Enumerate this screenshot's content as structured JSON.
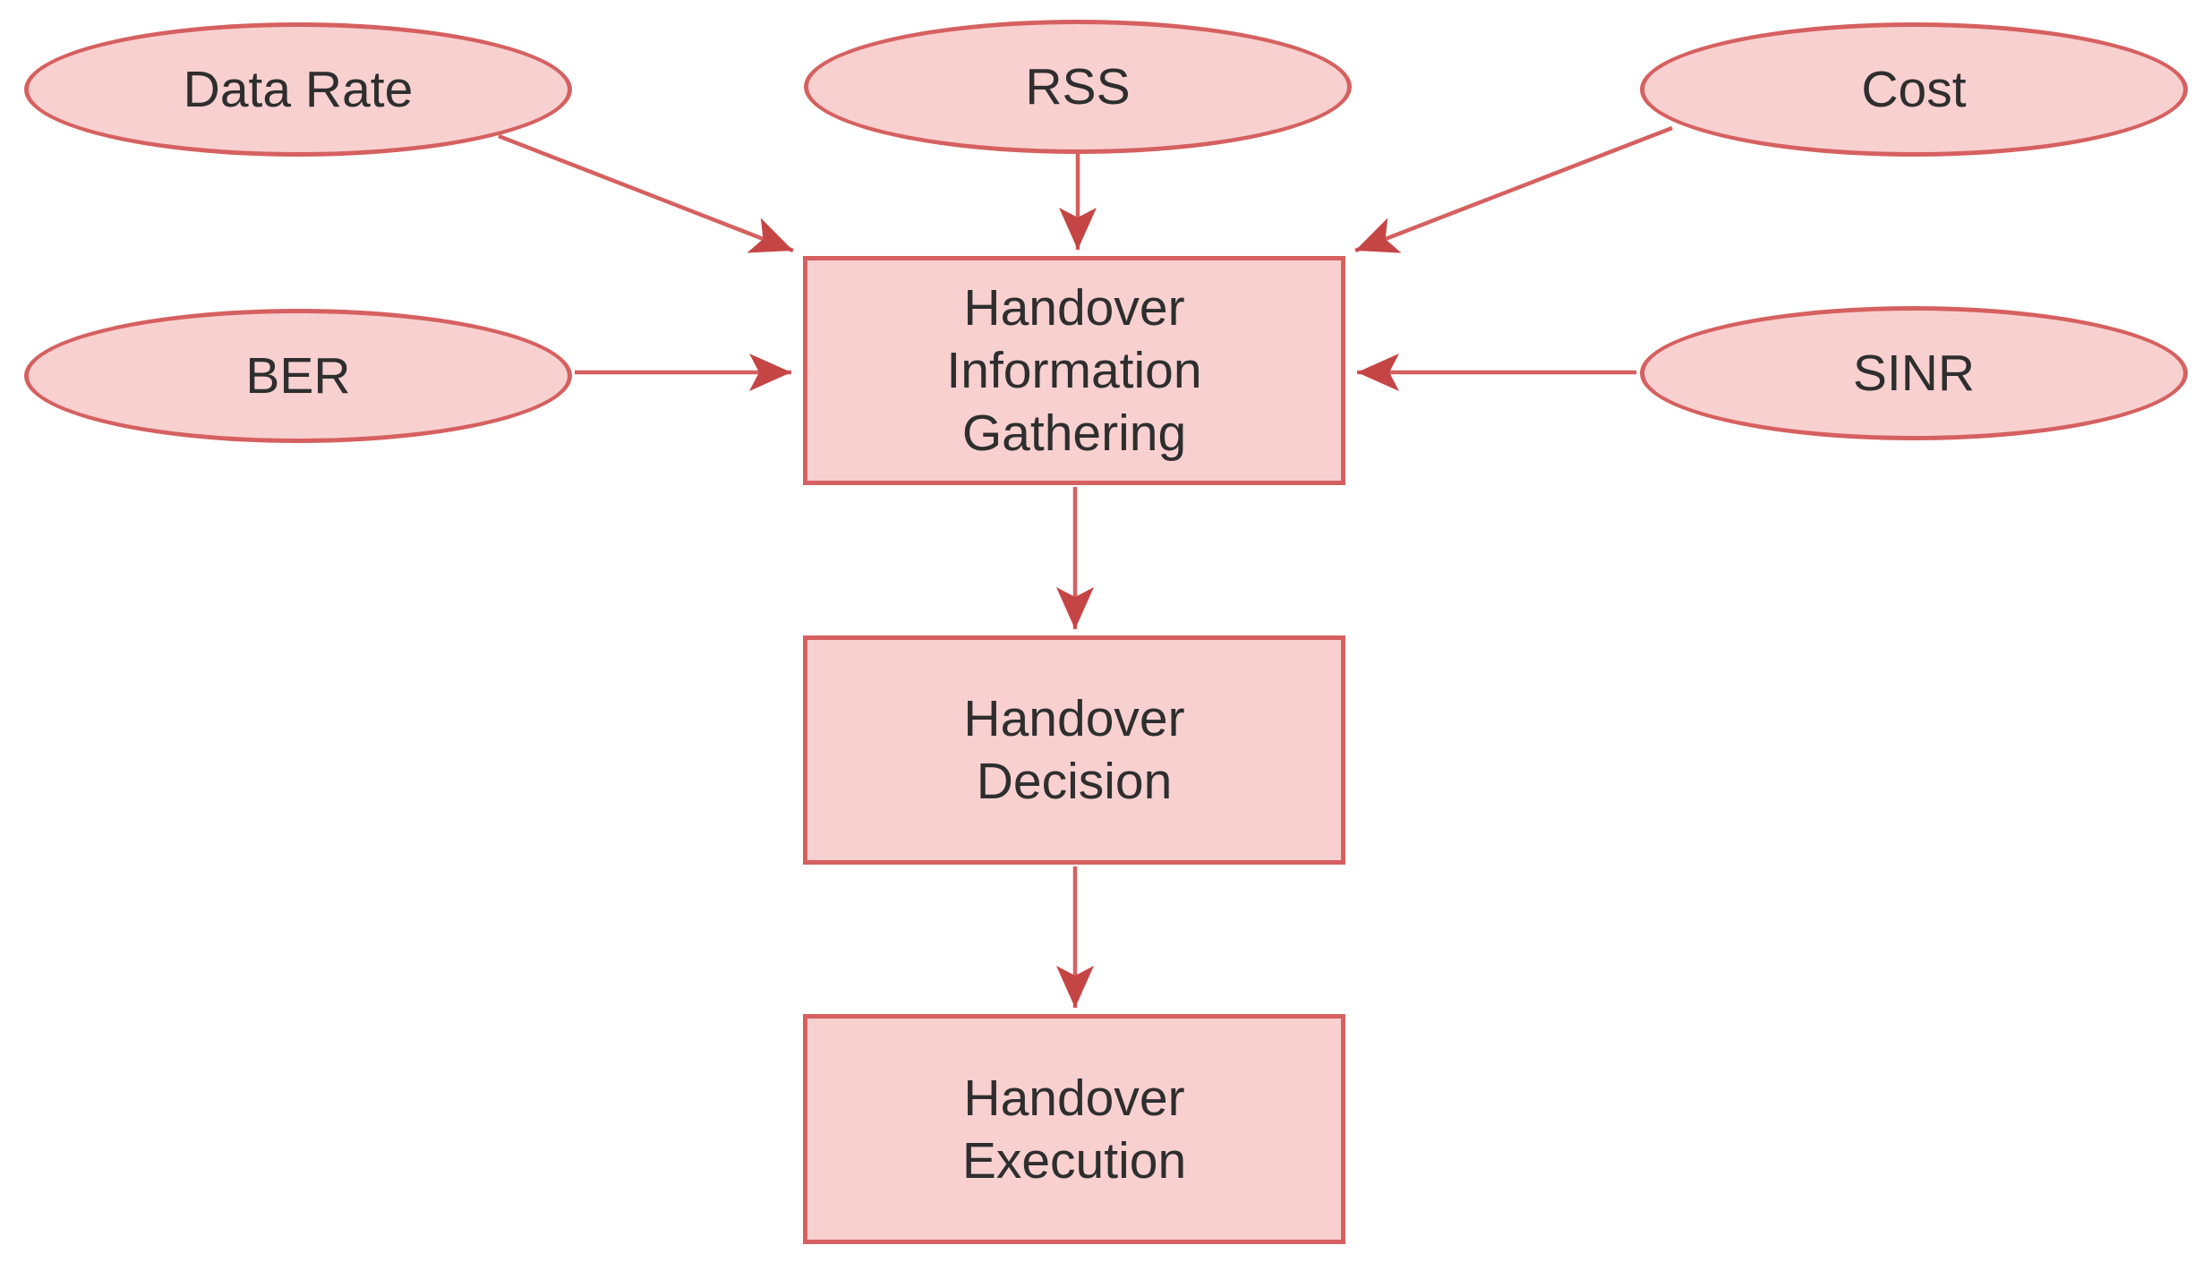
{
  "colors": {
    "node_fill": "#f8d0d0",
    "node_stroke": "#d66060",
    "arrow": "#c54545",
    "text": "#2e2e2e",
    "background": "#ffffff"
  },
  "nodes": {
    "data_rate": {
      "label": "Data Rate",
      "shape": "ellipse"
    },
    "rss": {
      "label": "RSS",
      "shape": "ellipse"
    },
    "cost": {
      "label": "Cost",
      "shape": "ellipse"
    },
    "ber": {
      "label": "BER",
      "shape": "ellipse"
    },
    "sinr": {
      "label": "SINR",
      "shape": "ellipse"
    },
    "gathering": {
      "line1": "Handover",
      "line2": "Information",
      "line3": "Gathering",
      "shape": "rectangle"
    },
    "decision": {
      "line1": "Handover",
      "line2": "Decision",
      "shape": "rectangle"
    },
    "execution": {
      "line1": "Handover",
      "line2": "Execution",
      "shape": "rectangle"
    }
  },
  "edges": [
    {
      "from": "data_rate",
      "to": "gathering"
    },
    {
      "from": "rss",
      "to": "gathering"
    },
    {
      "from": "cost",
      "to": "gathering"
    },
    {
      "from": "ber",
      "to": "gathering"
    },
    {
      "from": "sinr",
      "to": "gathering"
    },
    {
      "from": "gathering",
      "to": "decision"
    },
    {
      "from": "decision",
      "to": "execution"
    }
  ]
}
